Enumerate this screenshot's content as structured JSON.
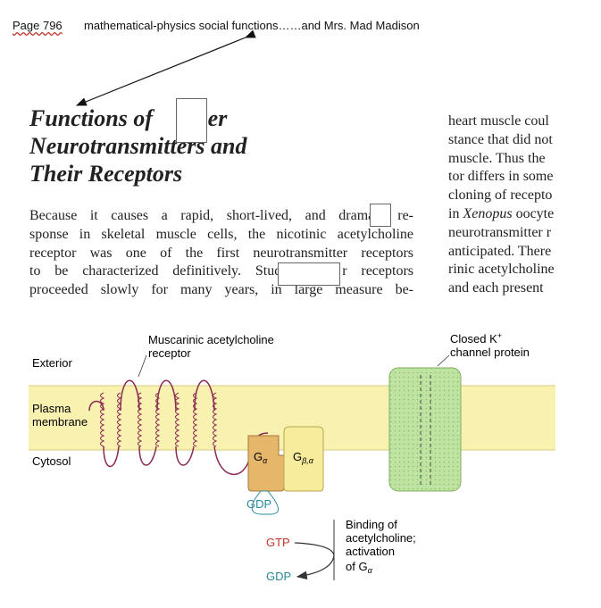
{
  "header": {
    "page_ref": "Page  796",
    "note": "mathematical-physics social   functions……and    Mrs. Mad Madison"
  },
  "article": {
    "title_lines": [
      "Functions of",
      "ther",
      "Neurotransmitters and",
      "Their Receptors"
    ],
    "body_lines": [
      "Because it causes a rapid, short-lived, and drama",
      "re-",
      "sponse in skeletal muscle cells, the nicotinic acetylcholine",
      "receptor was one of the first neurotransmitter receptors",
      "to be characterized definitively. Stud",
      "r receptors",
      "proceeded slowly for many years, in large measure be-"
    ],
    "right_col_lines": [
      "heart muscle coul",
      "stance that did not",
      "muscle. Thus the",
      "tor differs in some",
      "cloning of recepto",
      "in",
      "Xenopus",
      "oocyte",
      "neurotransmitter r",
      "anticipated. There",
      "rinic acetylcholine",
      "and each present"
    ]
  },
  "figure": {
    "labels": {
      "muscarinic_1": "Muscarinic acetylcholine",
      "muscarinic_2": "receptor",
      "exterior": "Exterior",
      "plasma_1": "Plasma",
      "plasma_2": "membrane",
      "cytosol": "Cytosol",
      "closed_k_1": "Closed K",
      "closed_k_sup": "+",
      "closed_k_2": "channel protein",
      "g_alpha": "G",
      "g_alpha_sub": "α",
      "g_beta": "G",
      "g_beta_sub": "β,α",
      "gdp_bound": "GDP",
      "gtp": "GTP",
      "gdp": "GDP",
      "binding_1": "Binding of",
      "binding_2": "acetylcholine;",
      "binding_3": "activation",
      "binding_4": "of G",
      "binding_4_sub": "α"
    },
    "colors": {
      "membrane": "#f8f1b0",
      "helix": "#8a2a55",
      "g_alpha": "#e6b76a",
      "g_beta": "#f6ec9c",
      "channel": "#bfe3a0",
      "gtp": "#c0392b",
      "gdp": "#2a8a9a"
    }
  }
}
